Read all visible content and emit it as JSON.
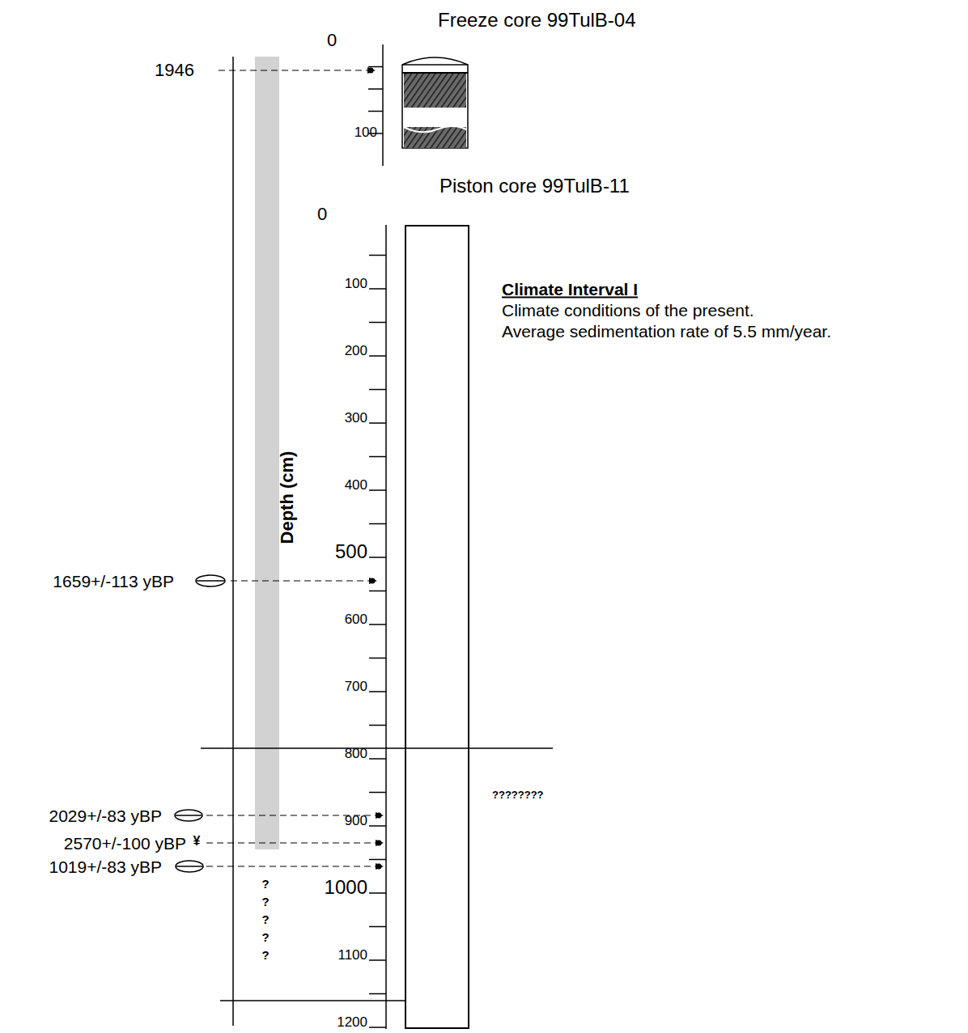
{
  "diagram": {
    "nodes": [
      {
        "text": [
          "Freeze core 99TulB-04"
        ]
      },
      {
        "text": [
          "Piston core 99TulB-11"
        ]
      }
    ],
    "labels": [
      "1946",
      "0",
      "100",
      "0",
      "100",
      "200",
      "300",
      "400",
      "500",
      "600",
      "700",
      "800",
      "900",
      "1000",
      "1100",
      "1200",
      "Depth (cm)",
      "Climate Interval I",
      "Climate conditions of the present.",
      "Average sedimentation rate of 5.5 mm/year.",
      "1659+/-113 yBP",
      "2029+/-83 yBP",
      "¥",
      "2570+/-100 yBP",
      "1019+/-83 yBP",
      "????????",
      "?",
      "?",
      "?",
      "?",
      "?"
    ]
  }
}
